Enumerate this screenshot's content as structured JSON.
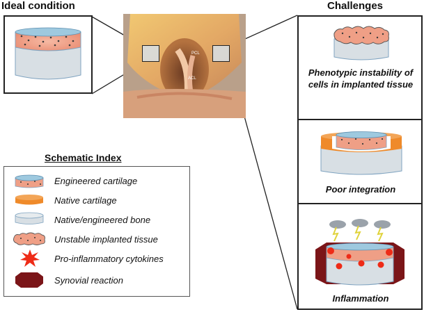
{
  "ideal": {
    "title": "Ideal condition"
  },
  "challenges": {
    "title": "Challenges",
    "items": [
      {
        "caption": "Phenotypic instability of cells in implanted tissue"
      },
      {
        "caption": "Poor integration"
      },
      {
        "caption": "Inflammation"
      }
    ]
  },
  "photo": {
    "labels": [
      "PCL",
      "ACL"
    ]
  },
  "legend": {
    "title": "Schematic Index",
    "items": [
      {
        "label": "Engineered cartilage",
        "icon": "engineered-cartilage-icon"
      },
      {
        "label": "Native cartilage",
        "icon": "native-cartilage-icon"
      },
      {
        "label": "Native/engineered bone",
        "icon": "bone-icon"
      },
      {
        "label": "Unstable implanted tissue",
        "icon": "unstable-tissue-icon"
      },
      {
        "label": "Pro-inflammatory cytokines",
        "icon": "cytokine-icon"
      },
      {
        "label": "Synovial reaction",
        "icon": "synovial-reaction-icon"
      }
    ]
  },
  "colors": {
    "cartilage_top": "#9ec9df",
    "cartilage_pink": "#f0a68d",
    "native_cartilage": "#ef8a2a",
    "bone": "#d8dfe4",
    "bone_edge": "#7fa3c0",
    "synovial": "#7b1518",
    "cytokine": "#ee2b17"
  }
}
